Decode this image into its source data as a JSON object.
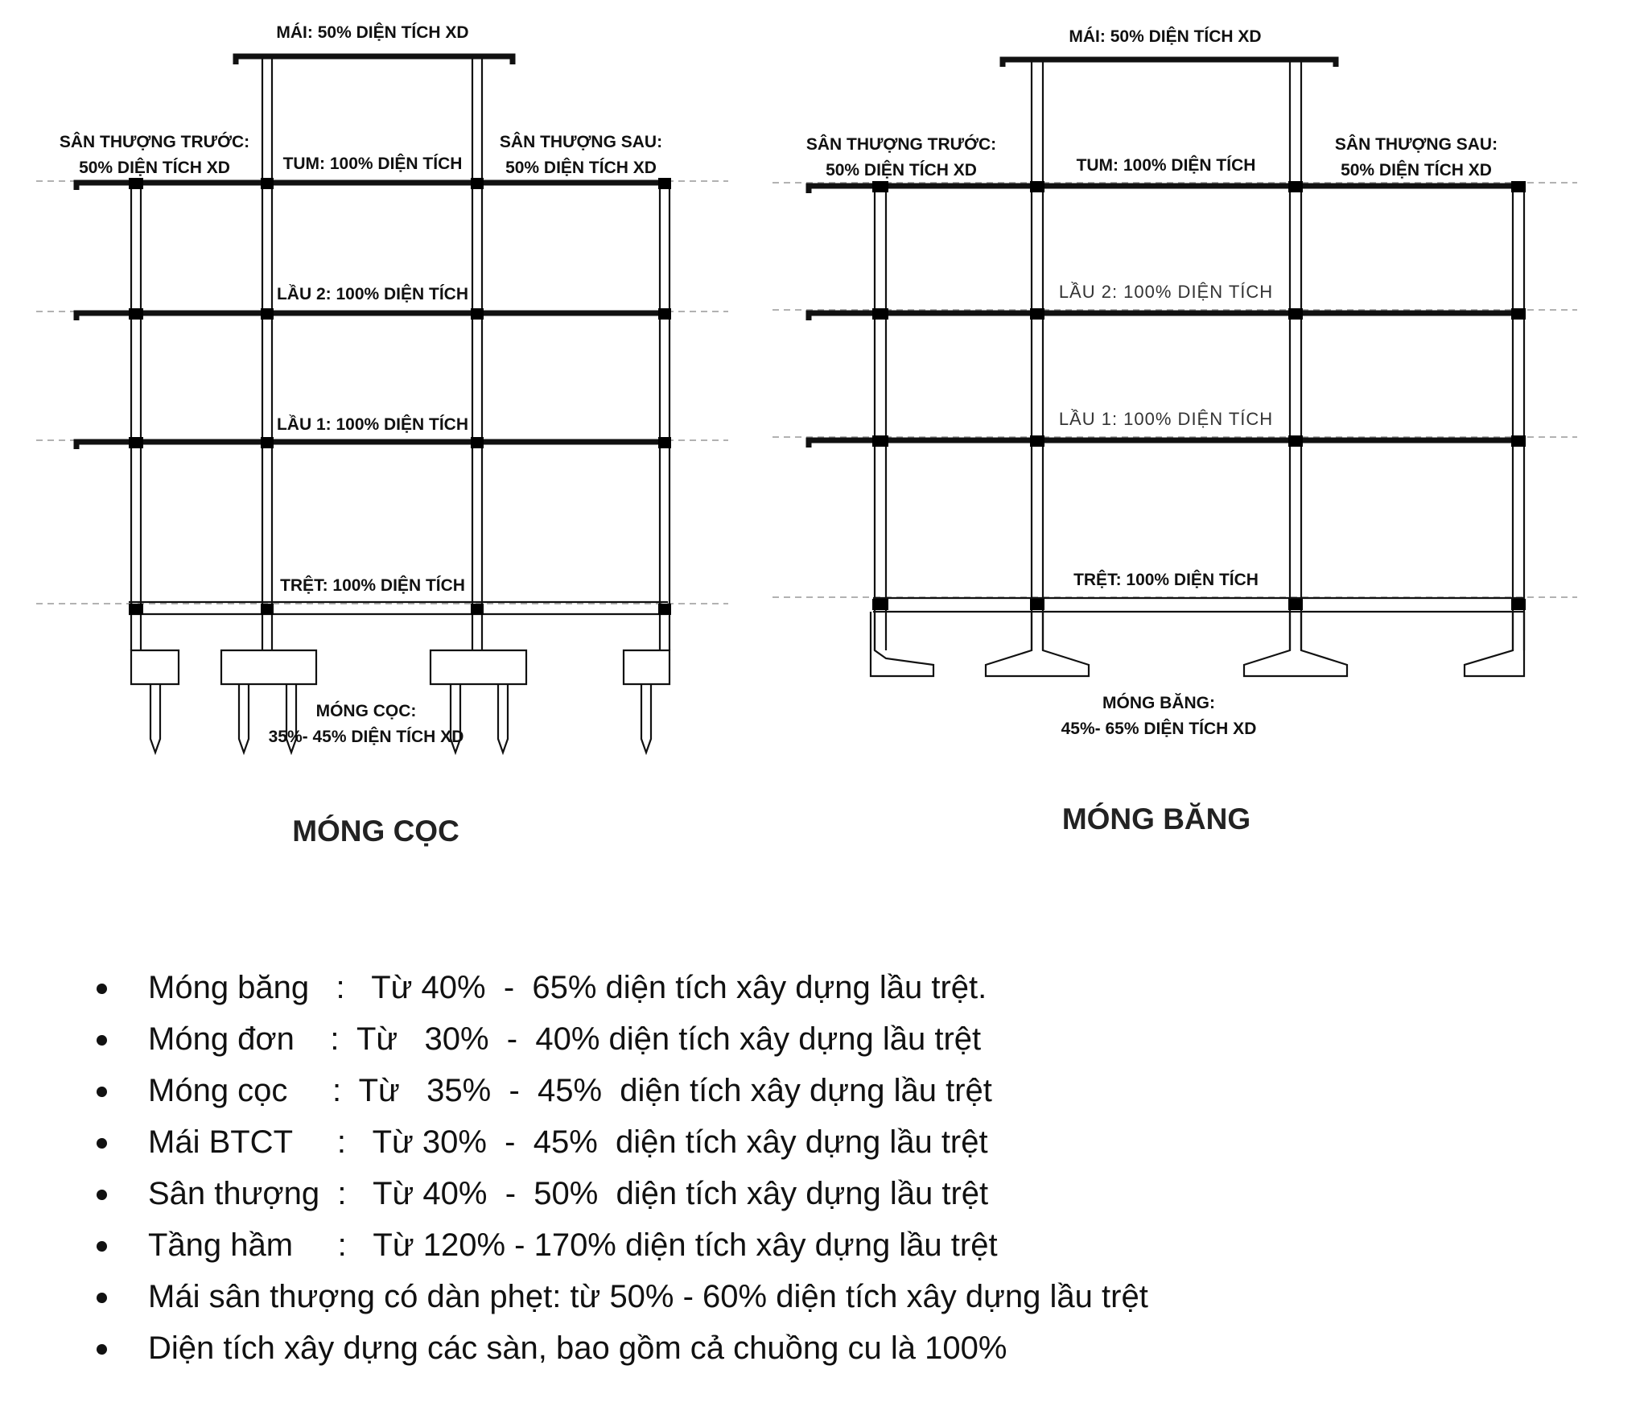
{
  "left_diagram": {
    "roof": "MÁI: 50% DIỆN TÍCH XD",
    "front_terrace": [
      "SÂN THƯỢNG TRƯỚC:",
      "50% DIỆN TÍCH XD"
    ],
    "tum": "TUM: 100% DIỆN TÍCH",
    "rear_terrace": [
      "SÂN THƯỢNG SAU:",
      "50% DIỆN TÍCH XD"
    ],
    "floor2": "LẦU 2: 100% DIỆN TÍCH",
    "floor1": "LẦU 1: 100% DIỆN TÍCH",
    "ground": "TRỆT: 100% DIỆN TÍCH",
    "foundation": [
      "MÓNG CỌC:",
      "35%- 45% DIỆN TÍCH XD"
    ],
    "title": "MÓNG CỌC"
  },
  "right_diagram": {
    "roof": "MÁI: 50% DIỆN TÍCH XD",
    "front_terrace": [
      "SÂN THƯỢNG TRƯỚC:",
      "50% DIỆN TÍCH XD"
    ],
    "tum": "TUM: 100% DIỆN TÍCH",
    "rear_terrace": [
      "SÂN THƯỢNG SAU:",
      "50% DIỆN TÍCH XD"
    ],
    "floor2": "LẦU 2: 100% DIỆN TÍCH",
    "floor1": "LẦU 1: 100% DIỆN TÍCH",
    "ground": "TRỆT: 100% DIỆN TÍCH",
    "foundation": [
      "MÓNG BĂNG:",
      "45%- 65% DIỆN TÍCH XD"
    ],
    "title": "MÓNG BĂNG"
  },
  "notes": [
    "Móng băng   :   Từ 40%  -  65% diện tích xây dựng lầu trệt.",
    "Móng đơn    :  Từ   30%  -  40% diện tích xây dựng lầu trệt",
    "Móng cọc     :  Từ   35%  -  45%  diện tích xây dựng lầu trệt",
    "Mái BTCT     :   Từ 30%  -  45%  diện tích xây dựng lầu trệt",
    "Sân thượng  :   Từ 40%  -  50%  diện tích xây dựng lầu trệt",
    "Tầng hầm     :   Từ 120% - 170% diện tích xây dựng lầu trệt",
    "Mái sân thượng có dàn phẹt: từ 50% - 60% diện tích xây dựng lầu trệt",
    "Diện tích xây dựng các sàn, bao gồm cả chuồng cu là 100%"
  ]
}
